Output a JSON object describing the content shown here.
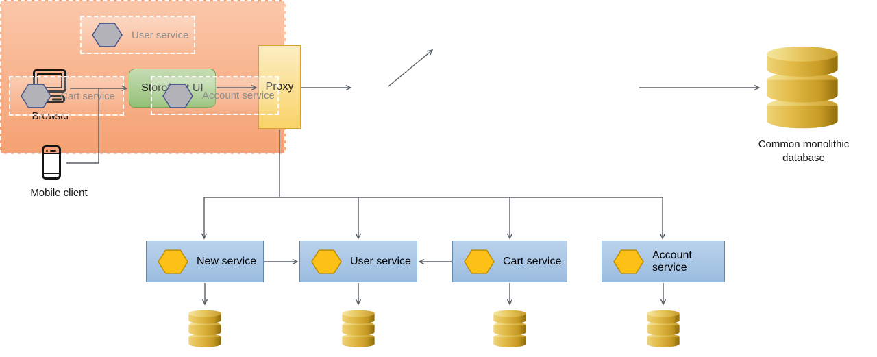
{
  "diagram": {
    "clients": [
      {
        "label": "Browser"
      },
      {
        "label": "Mobile client"
      }
    ],
    "storefront": {
      "label": "Storefront UI"
    },
    "proxy": {
      "label": "Proxy"
    },
    "monolith": {
      "services": [
        {
          "label": "User service"
        },
        {
          "label": "Cart service"
        },
        {
          "label": "Account service"
        }
      ]
    },
    "monolith_db": {
      "label": "Common monolithic database"
    },
    "services_row": [
      {
        "label": "New service"
      },
      {
        "label": "User service"
      },
      {
        "label": "Cart service"
      },
      {
        "label": "Account service"
      }
    ],
    "icons": {
      "browser": "desktop-computer-icon",
      "mobile": "smartphone-icon",
      "service": "hexagon-icon",
      "database": "database-cylinder-icon"
    },
    "colors": {
      "connector": "#565e66",
      "storefront_fill": "#93c076",
      "storefront_border": "#74a454",
      "proxy_fill": "#f9d368",
      "proxy_border": "#d6a22d",
      "monolith_fill": "#f5a173",
      "service_box_fill": "#9bbcdf",
      "service_box_border": "#6089af",
      "hexagon_yellow": "#fcc017",
      "hexagon_gray": "#b2b2b8",
      "hexagon_gray_border": "#44548c",
      "database_gold": "#d9af41",
      "muted_text": "#8d8d8d"
    }
  }
}
